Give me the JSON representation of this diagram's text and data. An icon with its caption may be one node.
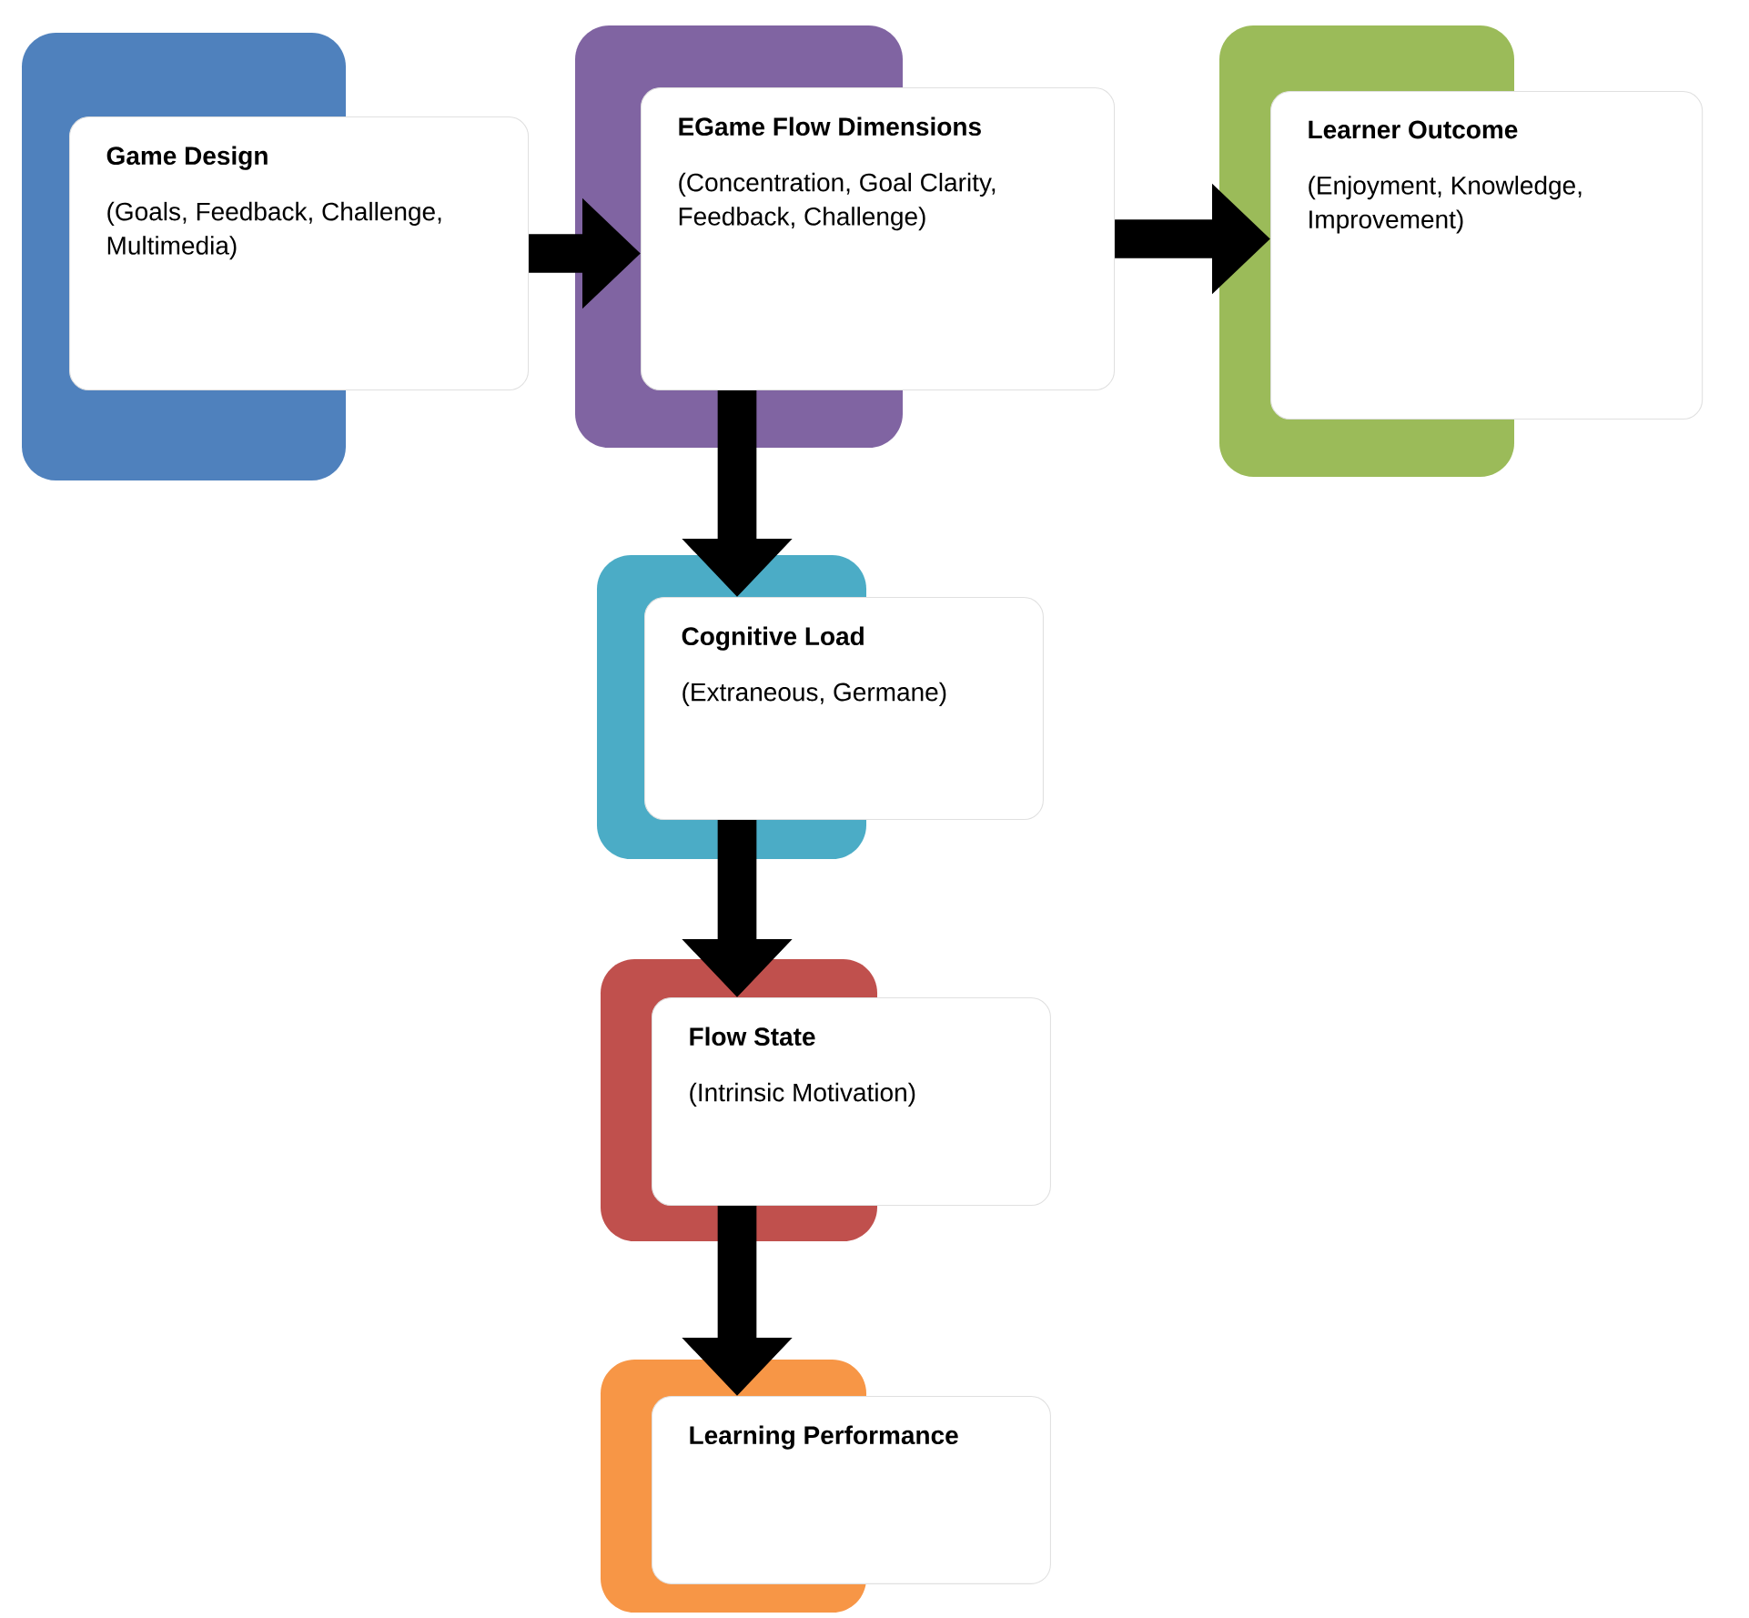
{
  "diagram": {
    "nodes": [
      {
        "text": [
          "Game Design",
          "(Goals, Feedback, Challenge, Multimedia)"
        ]
      },
      {
        "text": [
          "EGame Flow Dimensions",
          "(Concentration, Goal Clarity, Feedback, Challenge)"
        ]
      },
      {
        "text": [
          "Learner Outcome",
          "(Enjoyment, Knowledge, Improvement)"
        ]
      },
      {
        "text": [
          "Cognitive Load",
          "(Extraneous, Germane)"
        ]
      },
      {
        "text": [
          "Flow State",
          "(Intrinsic Motivation)"
        ]
      },
      {
        "text": [
          "Learning Performance"
        ]
      }
    ],
    "edges": [
      {
        "from": 0,
        "to": 1,
        "arrow": "to"
      },
      {
        "from": 1,
        "to": 2,
        "arrow": "to"
      },
      {
        "from": 1,
        "to": 3,
        "arrow": "to"
      },
      {
        "from": 3,
        "to": 4,
        "arrow": "to"
      },
      {
        "from": 4,
        "to": 5,
        "arrow": "to"
      }
    ]
  }
}
